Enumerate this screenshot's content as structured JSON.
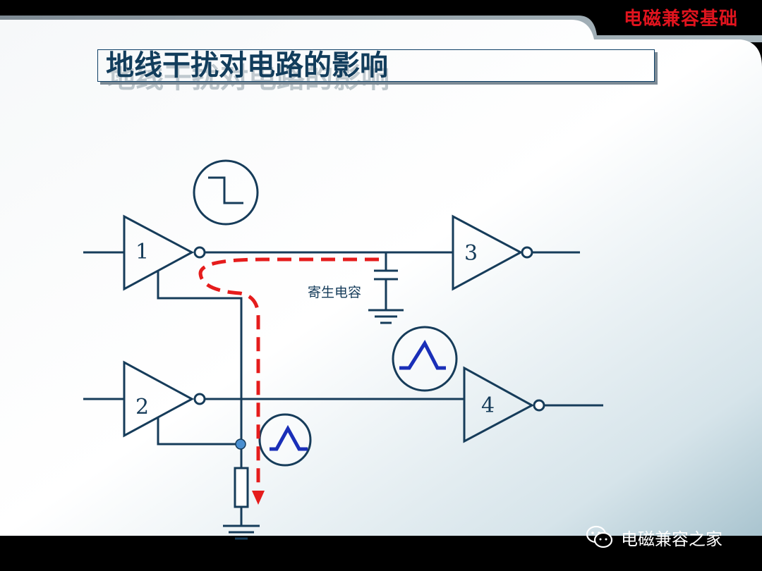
{
  "header": {
    "label": "电磁兼容基础"
  },
  "title": "地线干扰对电路的影响",
  "diagram": {
    "gates": [
      "1",
      "2",
      "3",
      "4"
    ],
    "capacitor_label": "寄生电容"
  },
  "footer": {
    "text": "电磁兼容之家",
    "icon": "wechat-icon"
  },
  "colors": {
    "wire": "#163c5a",
    "current_path": "#e51c1c",
    "pulse": "#1a2fb8",
    "header_text": "#e0141e"
  }
}
